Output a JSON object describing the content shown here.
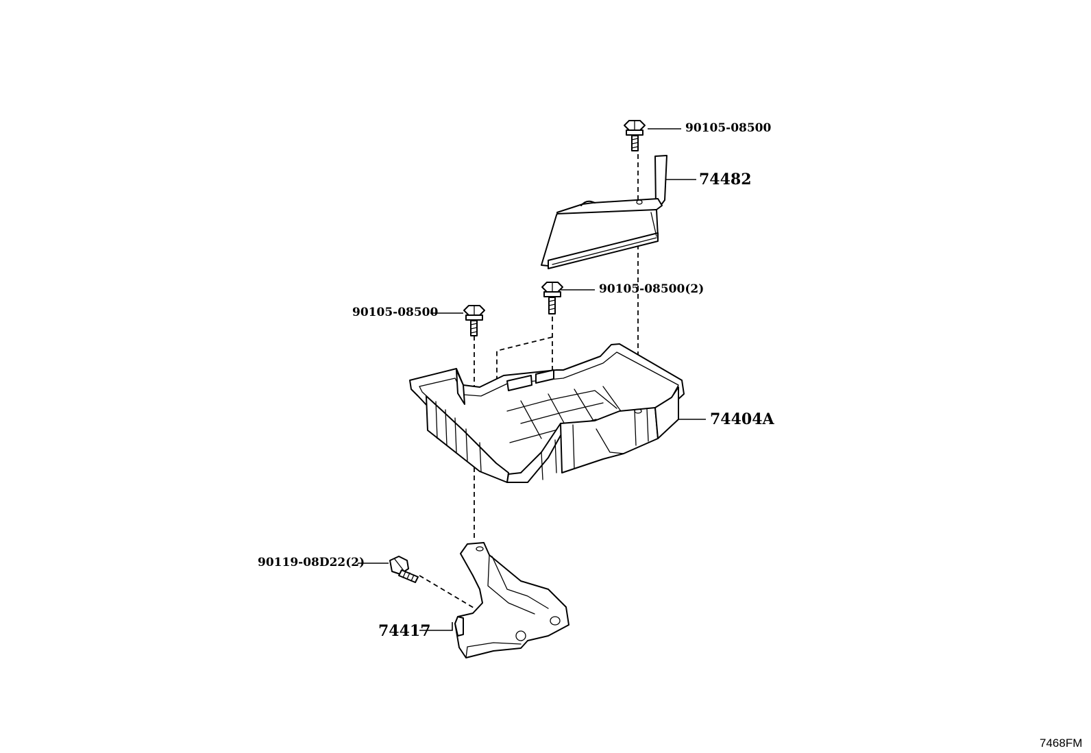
{
  "diagram": {
    "labels": {
      "bolt_top": "90105-08500",
      "cover": "74482",
      "bolt_mid": "90105-08500(2)",
      "bolt_left": "90105-08500",
      "tray": "74404A",
      "bolt_bracket": "90119-08D22(2)",
      "bracket": "74417"
    },
    "figure_code": "7468FM"
  }
}
